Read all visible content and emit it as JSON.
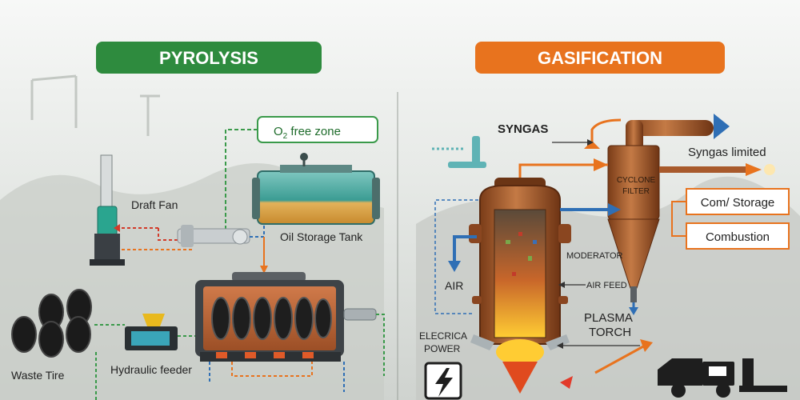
{
  "pyrolysis": {
    "title": "PYROLYSIS",
    "o2_label": "O",
    "o2_sub": "2",
    "o2_rest": " free zone",
    "draft_fan": "Draft Fan",
    "oil_tank": "Oil Storage Tank",
    "waste_tire": "Waste Tire",
    "feeder": "Hydraulic feeder"
  },
  "gasification": {
    "title": "GASIFICATION",
    "syngas": "SYNGAS",
    "syngas_limited": "Syngas limited",
    "cyclone_1": "CYCLONE",
    "cyclone_2": "FILTER",
    "com_storage": "Com/ Storage",
    "combustion": "Combustion",
    "moderator": "MODERATOR",
    "air": "AIR",
    "air_feed": "AIR FEED",
    "plasma_1": "PLASMA",
    "plasma_2": "TORCH",
    "elec_1": "ELECRICA",
    "elec_2": "POWER"
  },
  "colors": {
    "pyrolysis_banner": "#2e8b3e",
    "gasification_banner": "#e8731e",
    "reactor_copper": "#a85a2c",
    "flow_orange": "#e8731e",
    "flow_blue": "#2f6fb5",
    "flow_green": "#3a9a4a"
  }
}
